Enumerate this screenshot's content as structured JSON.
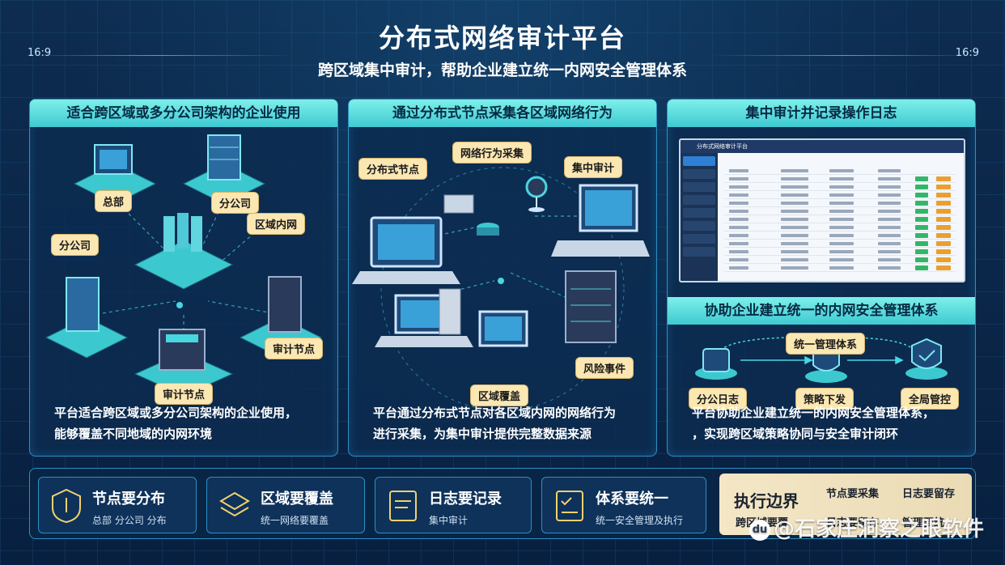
{
  "header": {
    "title": "分布式网络审计平台",
    "subtitle": "跨区域集中审计，帮助企业建立统一内网安全管理体系",
    "ratio_left": "16:9",
    "ratio_right": "16:9"
  },
  "panels": [
    {
      "heading": "适合跨区域或多分公司架构的企业使用",
      "tags": [
        "总部",
        "分公司",
        "区域内网",
        "分公司",
        "审计节点",
        "审计节点"
      ],
      "description": [
        "平台适合跨区域或多分公司架构的企业使用，",
        "能够覆盖不同地域的内网环境"
      ]
    },
    {
      "heading": "通过分布式节点采集各区域网络行为",
      "tags": [
        "分布式节点",
        "网络行为采集",
        "集中审计",
        "风险事件",
        "区域覆盖"
      ],
      "description": [
        "平台通过分布式节点对各区域内网的网络行为",
        "进行采集，为集中审计提供完整数据来源"
      ]
    },
    {
      "heading": "集中审计并记录操作日志",
      "screenshot_title": "分布式网络审计平台",
      "subheading": "协助企业建立统一的内网安全管理体系",
      "flow_top": "统一管理体系",
      "flow": [
        "分公日志",
        "策略下发",
        "全局管控"
      ],
      "description": [
        "平台协助企业建立统一的内网安全管理体系，",
        "，实现跨区域策略协同与安全审计闭环"
      ]
    }
  ],
  "bottom": {
    "cards": [
      {
        "title": "节点要分布",
        "sub": "总部 分公司 分布"
      },
      {
        "title": "区域要覆盖",
        "sub": "统一网络要覆盖"
      },
      {
        "title": "日志要记录",
        "sub": "集中审计"
      },
      {
        "title": "体系要统一",
        "sub": "统一安全管理及执行"
      }
    ],
    "boundary": {
      "title": "执行边界",
      "items": [
        "节点要采集",
        "日志要留存",
        "跨区域要覆",
        "日志要留存",
        "管理要统"
      ]
    }
  },
  "watermark": {
    "badge": "du",
    "text": "@石家庄洞察之眼软件"
  },
  "colors": {
    "accent": "#3fc9d2",
    "tag_bg": "#fbe7b2",
    "border": "#2c8fc4",
    "background": "#0a2240"
  }
}
